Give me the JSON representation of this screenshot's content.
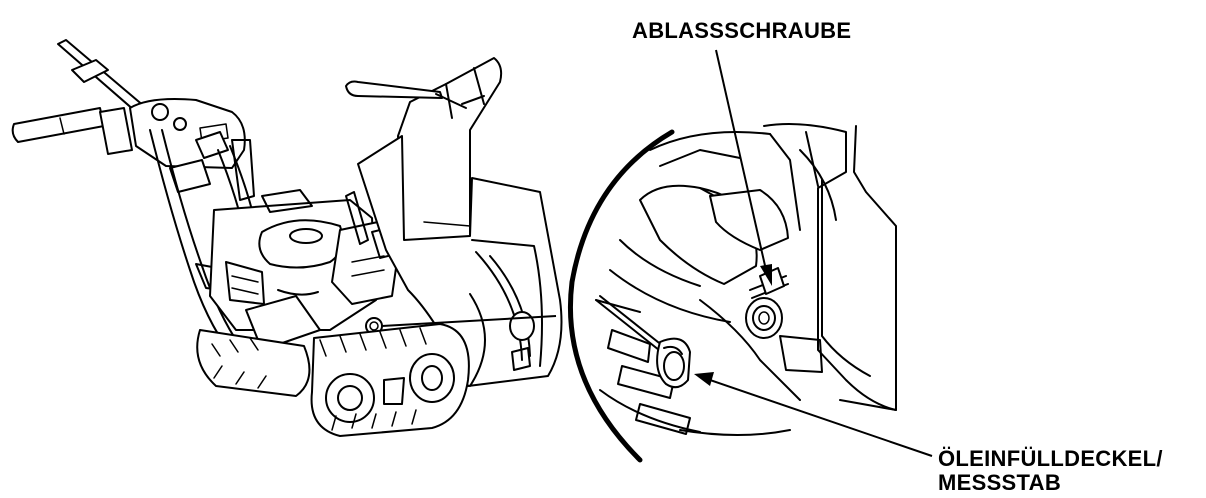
{
  "labels": {
    "drain_bolt": "ABLASSSCHRAUBE",
    "oil_filler_line1": "ÖLEINFÜLLDECKEL/",
    "oil_filler_line2": "MESSSTAB"
  },
  "colors": {
    "ink": "#000000",
    "paper": "#ffffff"
  }
}
